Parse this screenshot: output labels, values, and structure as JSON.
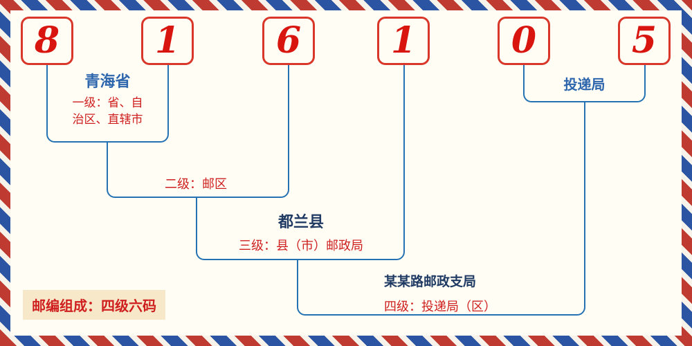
{
  "postal_code": {
    "digits": [
      "8",
      "1",
      "6",
      "1",
      "0",
      "5"
    ]
  },
  "labels": {
    "level1": {
      "place": "青海省",
      "desc": "一级：省、自治区、直辖市"
    },
    "level2": {
      "desc": "二级：邮区"
    },
    "level3": {
      "place": "都兰县",
      "desc": "三级：县（市）邮政局"
    },
    "level4": {
      "place": "某某路邮政支局",
      "desc": "四级：投递局（区）"
    },
    "delivery": {
      "place": "投递局"
    }
  },
  "footer": {
    "composition": "邮编组成：四级六码"
  },
  "colors": {
    "digit_red": "#d8150f",
    "box_border_red": "#d8372a",
    "line_blue": "#2472b3",
    "label_red": "#cf2020",
    "place_blue": "#2e66ae",
    "place_navy": "#1f3a63",
    "badge_bg": "#f6e8c8",
    "background": "#fffdf4"
  }
}
